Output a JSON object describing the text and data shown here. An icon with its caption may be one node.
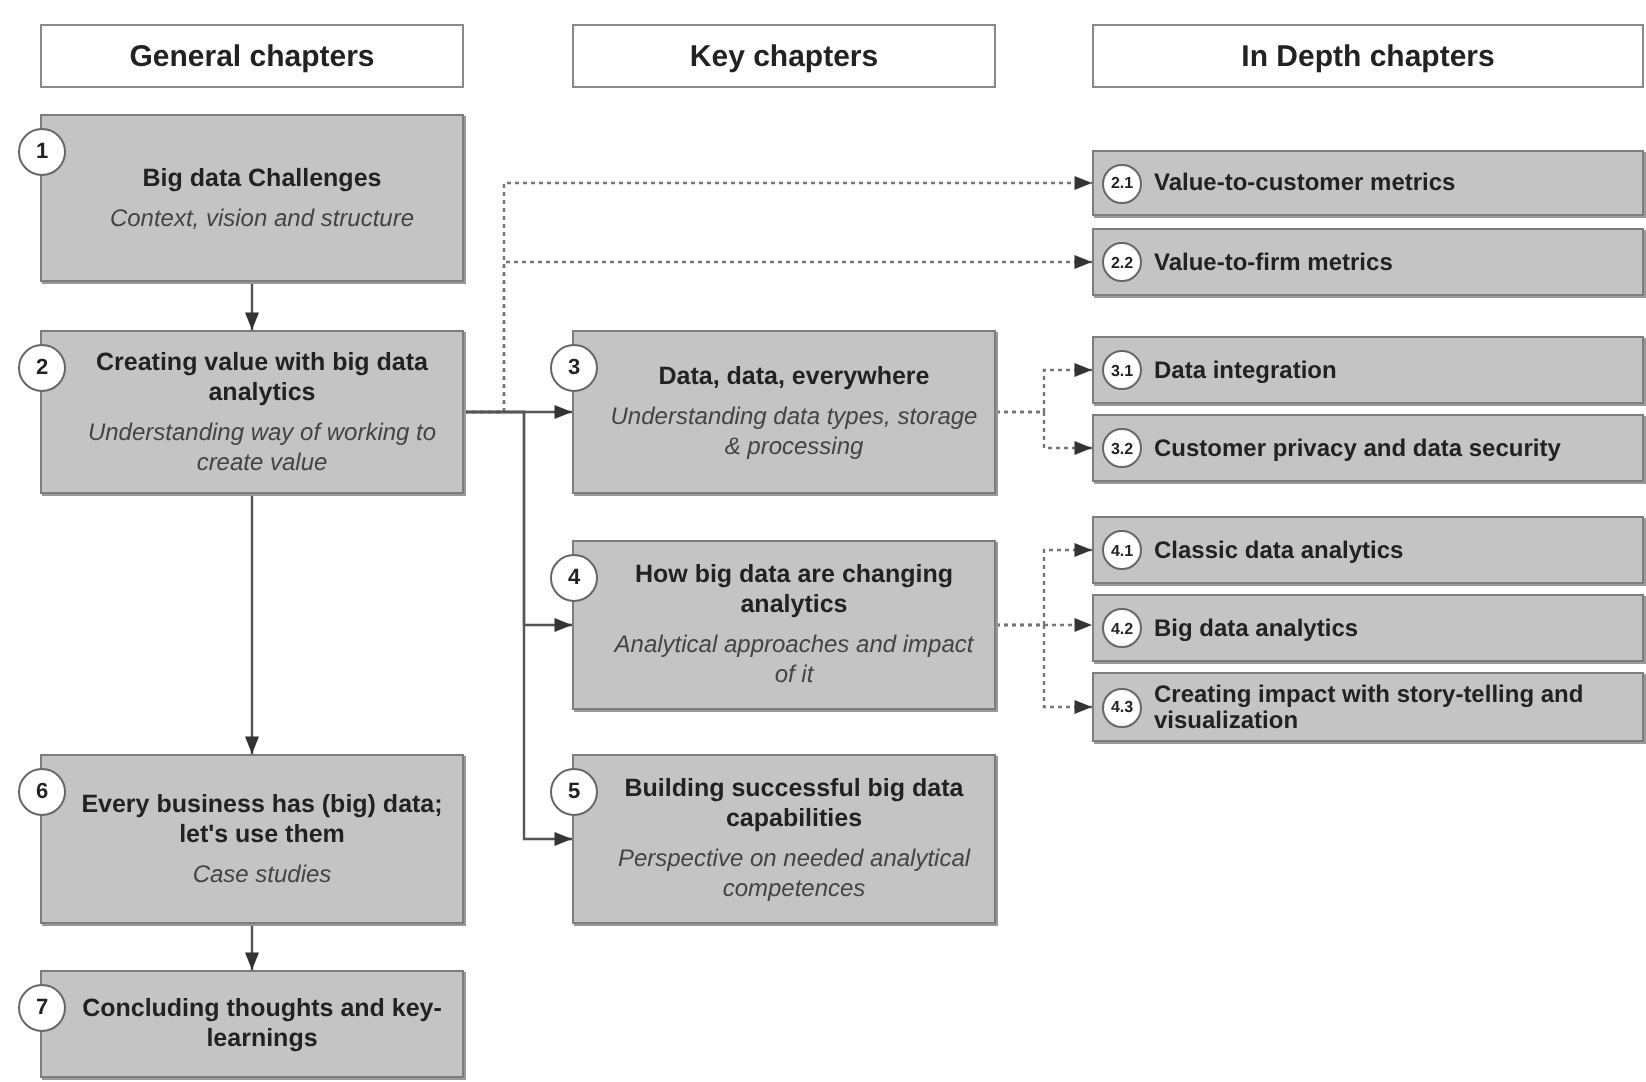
{
  "diagram": {
    "nodes": [
      {
        "text": [
          "General chapters"
        ]
      },
      {
        "text": [
          "Key chapters"
        ]
      },
      {
        "text": [
          "In Depth chapters"
        ]
      },
      {
        "text": [
          "1",
          "Big data Challenges",
          "Context, vision and structure"
        ]
      },
      {
        "text": [
          "2.1",
          "Value-to-customer metrics"
        ]
      },
      {
        "text": [
          "2.2",
          "Value-to-firm metrics"
        ]
      },
      {
        "text": [
          "2",
          "Creating value with big data analytics",
          "Understanding way of working to create value"
        ]
      },
      {
        "text": [
          "3",
          "Data, data, everywhere",
          "Understanding data types, storage & processing"
        ]
      },
      {
        "text": [
          "3.1",
          "Data integration"
        ]
      },
      {
        "text": [
          "3.2",
          "Customer privacy and data security"
        ]
      },
      {
        "text": [
          "4",
          "How big data are changing analytics",
          "Analytical approaches and impact of it"
        ]
      },
      {
        "text": [
          "4.1",
          "Classic data analytics"
        ]
      },
      {
        "text": [
          "4.2",
          "Big data analytics"
        ]
      },
      {
        "text": [
          "4.3",
          "Creating impact with story-telling and visualization"
        ]
      },
      {
        "text": [
          "5",
          "Building successful big data capabilities",
          "Perspective on needed analytical competences"
        ]
      },
      {
        "text": [
          "6",
          "Every business has (big) data; let's use them",
          "Case studies"
        ]
      },
      {
        "text": [
          "7",
          "Concluding thoughts and key-learnings"
        ]
      }
    ],
    "edges": [
      {
        "from": 3,
        "to": 6,
        "arrow": "to"
      },
      {
        "from": 6,
        "to": 4,
        "arrow": "to",
        "style": "dashed"
      },
      {
        "from": 6,
        "to": 5,
        "arrow": "to",
        "style": "dashed"
      },
      {
        "from": 6,
        "to": 7,
        "arrow": "to"
      },
      {
        "from": 6,
        "to": 10,
        "arrow": "to"
      },
      {
        "from": 6,
        "to": 14,
        "arrow": "to"
      },
      {
        "from": 6,
        "to": 15,
        "arrow": "to"
      },
      {
        "from": 15,
        "to": 16,
        "arrow": "to"
      },
      {
        "from": 7,
        "to": 8,
        "arrow": "to",
        "style": "dashed"
      },
      {
        "from": 7,
        "to": 9,
        "arrow": "to",
        "style": "dashed"
      },
      {
        "from": 10,
        "to": 11,
        "arrow": "to",
        "style": "dashed"
      },
      {
        "from": 10,
        "to": 12,
        "arrow": "to",
        "style": "dashed"
      },
      {
        "from": 10,
        "to": 13,
        "arrow": "to",
        "style": "dashed"
      }
    ]
  }
}
